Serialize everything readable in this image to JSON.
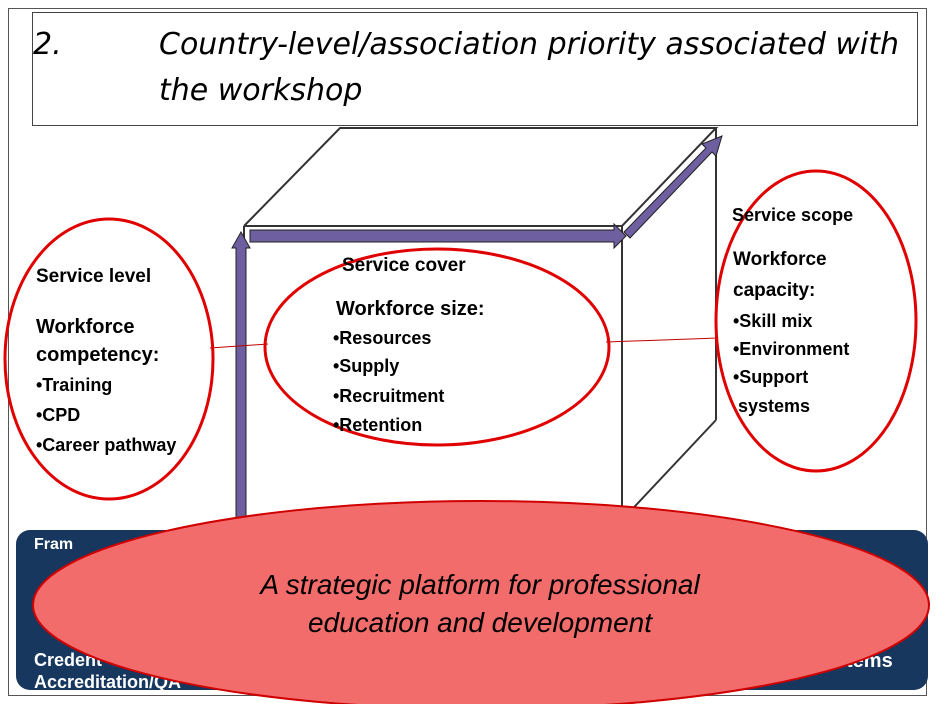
{
  "title": {
    "number": "2.",
    "line1": "Country-level/association priority  associated with",
    "line2": "the workshop"
  },
  "service_level": {
    "heading": "Service level",
    "sub1": "Workforce",
    "sub2": "competency:",
    "items": [
      "•Training",
      "•CPD",
      "•Career pathway"
    ]
  },
  "service_cover": {
    "heading": "Service cover",
    "sub": "Workforce size:",
    "items": [
      "•Resources",
      "•Supply",
      "•Recruitment",
      "•Retention"
    ]
  },
  "service_scope": {
    "heading": "Service scope",
    "sub1": "Workforce",
    "sub2": "capacity:",
    "items": [
      "•Skill mix",
      "•Environment",
      "•Support",
      "systems"
    ]
  },
  "bottom_bar": {
    "left_fragments": [
      "Fram",
      "Credent",
      "Accreditation/QA"
    ],
    "right_fragment": "tems"
  },
  "platform": {
    "line1": "A strategic platform for professional",
    "line2": "education and development"
  },
  "colors": {
    "ellipse_stroke": "#e00000",
    "platform_fill": "#f26c6c",
    "bar_fill": "#17375e",
    "arrow_fill": "#6e5fa0"
  }
}
